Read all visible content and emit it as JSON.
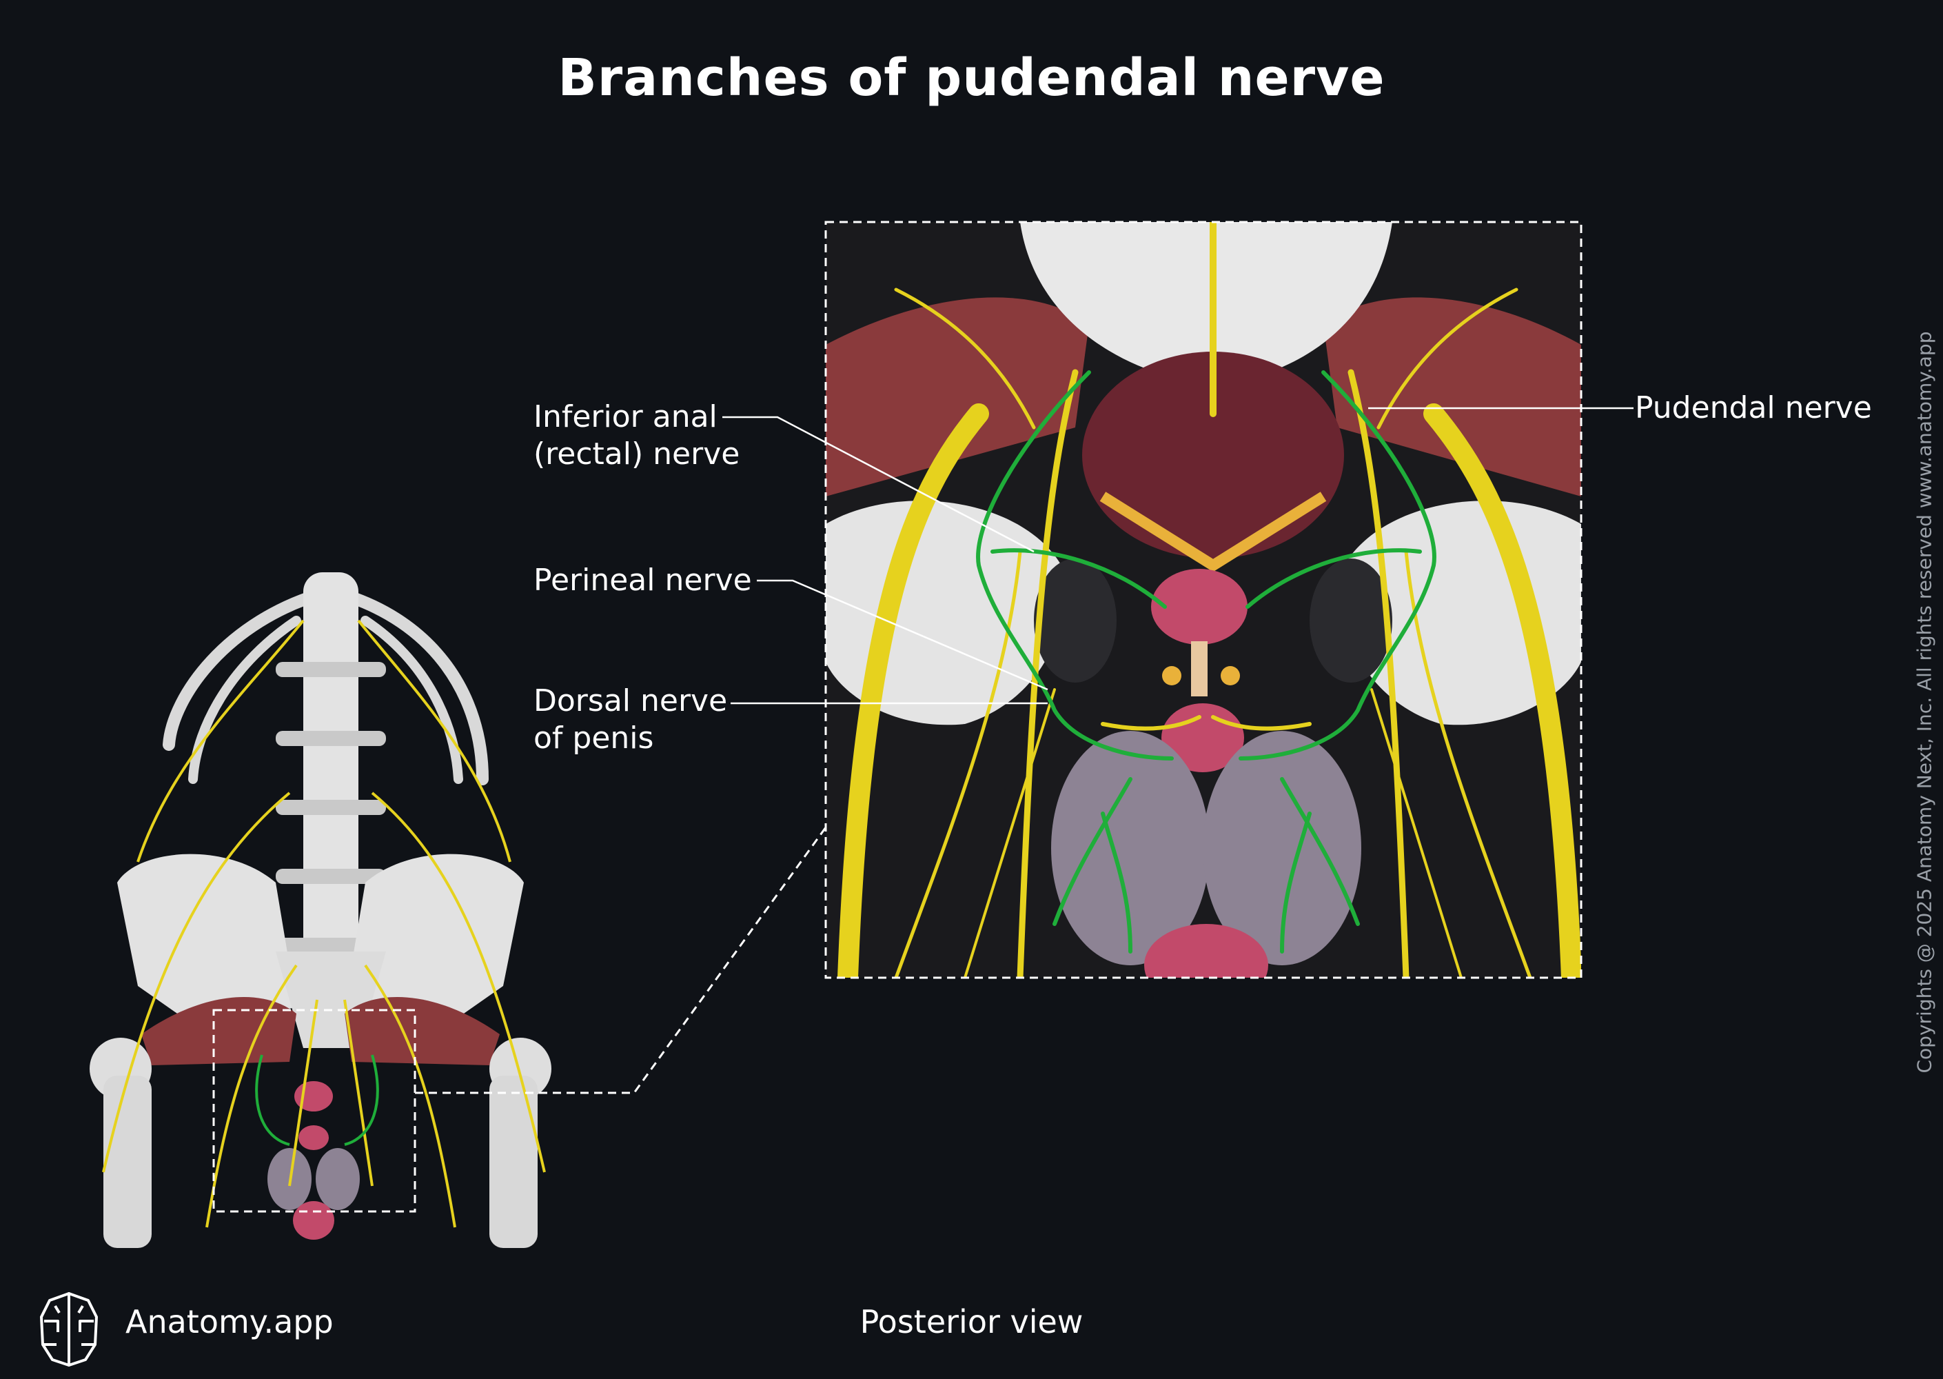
{
  "title": "Branches of pudendal nerve",
  "labels": {
    "inferior_anal_line1": "Inferior anal",
    "inferior_anal_line2": "(rectal) nerve",
    "perineal": "Perineal nerve",
    "dorsal_line1": "Dorsal nerve",
    "dorsal_line2": "of penis",
    "pudendal": "Pudendal nerve"
  },
  "view_caption": "Posterior view",
  "brand": "Anatomy.app",
  "copyright": "Copyrights @ 2025 Anatomy Next, Inc. All rights reserved www.anatomy.app",
  "colors": {
    "background": "#0f1217",
    "nerve_yellow": "#e6d21e",
    "branch_green": "#1fae3a",
    "bone": "#e6e6e6",
    "muscle": "#8a3a3c",
    "organ": "#c24a6a"
  },
  "icons": [
    "brain-logo-icon"
  ]
}
